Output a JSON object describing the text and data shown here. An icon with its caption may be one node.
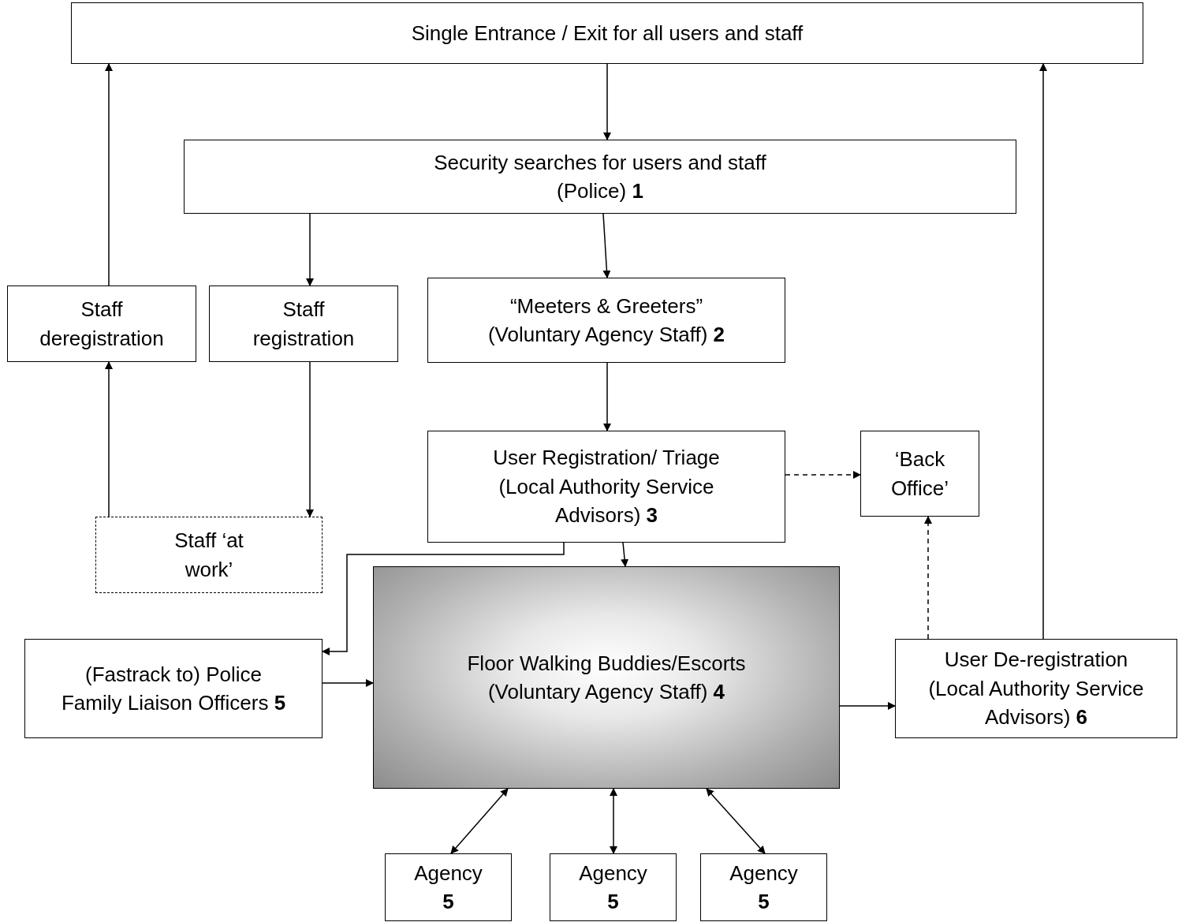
{
  "diagram": {
    "nodes": [
      {
        "text": [
          "Single Entrance / Exit for all users and staff"
        ]
      },
      {
        "text": [
          "Security searches for users and staff",
          "(Police) **1**"
        ]
      },
      {
        "text": [
          "Staff deregistration"
        ]
      },
      {
        "text": [
          "Staff registration"
        ]
      },
      {
        "text": [
          "“Meeters & Greeters”",
          "(Voluntary Agency Staff) **2**"
        ]
      },
      {
        "text": [
          "User Registration/ Triage",
          "(Local Authority Service Advisors) **3**"
        ]
      },
      {
        "text": [
          "‘Back Office’"
        ]
      },
      {
        "text": [
          "Staff ‘at work’"
        ]
      },
      {
        "text": [
          "(Fastrack to) Police Family Liaison Officers **5**"
        ]
      },
      {
        "text": [
          "Floor Walking Buddies/Escorts",
          "(Voluntary Agency Staff) **4**"
        ]
      },
      {
        "text": [
          "User De-registration",
          "(Local Authority Service Advisors) **6**"
        ]
      },
      {
        "text": [
          "Agency **5**"
        ]
      },
      {
        "text": [
          "Agency **5**"
        ]
      },
      {
        "text": [
          "Agency **5**"
        ]
      }
    ],
    "edges": [
      {
        "from": 0,
        "to": 1,
        "arrow": "to"
      },
      {
        "from": 1,
        "to": 3,
        "arrow": "to"
      },
      {
        "from": 1,
        "to": 4,
        "arrow": "to"
      },
      {
        "from": 2,
        "to": 0,
        "arrow": "to"
      },
      {
        "from": 3,
        "to": 7,
        "arrow": "to"
      },
      {
        "from": 7,
        "to": 2,
        "arrow": "to"
      },
      {
        "from": 4,
        "to": 5,
        "arrow": "to"
      },
      {
        "from": 5,
        "to": 6,
        "arrow": "to",
        "style": "dashed"
      },
      {
        "from": 5,
        "to": 8,
        "arrow": "to"
      },
      {
        "from": 5,
        "to": 9,
        "arrow": "to"
      },
      {
        "from": 8,
        "to": 9,
        "arrow": "to"
      },
      {
        "from": 9,
        "to": 10,
        "arrow": "to"
      },
      {
        "from": 10,
        "to": 6,
        "arrow": "to",
        "style": "dashed"
      },
      {
        "from": 10,
        "to": 0,
        "arrow": "to"
      },
      {
        "from": 9,
        "to": 11,
        "arrow": "both"
      },
      {
        "from": 9,
        "to": 12,
        "arrow": "both"
      },
      {
        "from": 9,
        "to": 13,
        "arrow": "both"
      }
    ]
  }
}
